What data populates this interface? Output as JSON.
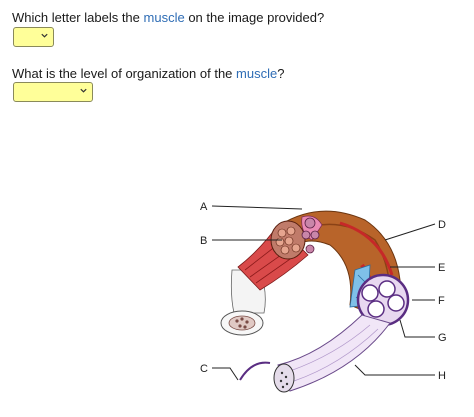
{
  "question1": {
    "prefix": "Which letter labels the ",
    "term": "muscle",
    "suffix": " on the image provided?",
    "selected": ""
  },
  "question2": {
    "prefix": "What is the level of organization of the ",
    "term": "muscle",
    "suffix": "?",
    "selected": ""
  },
  "figure": {
    "labels": {
      "a": "A",
      "b": "B",
      "c": "C",
      "d": "D",
      "e": "E",
      "f": "F",
      "g": "G",
      "h": "H"
    }
  },
  "colors": {
    "select_bg": "#ffff99",
    "term_link": "#2f6db5",
    "muscle_brown": "#b8642a",
    "fascicle_red": "#c62828",
    "nerve_purple": "#5a2d82",
    "vessel_blue": "#3a8fd0"
  }
}
